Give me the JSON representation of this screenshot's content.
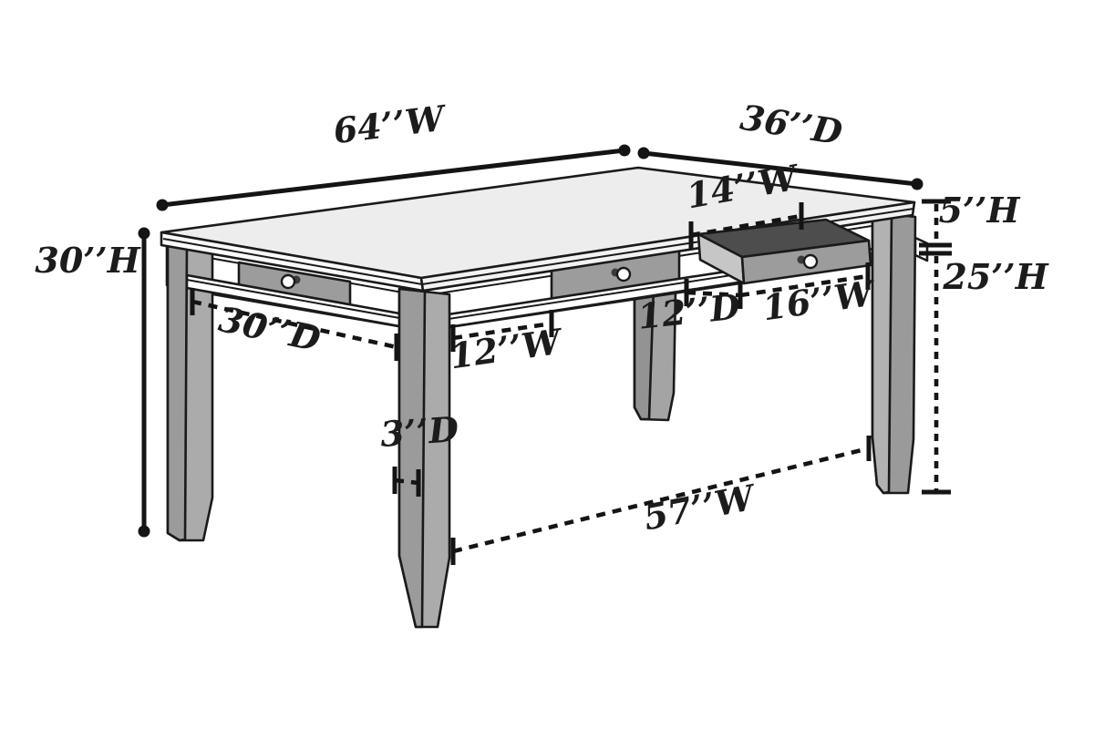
{
  "diagram": {
    "background_color": "#ffffff",
    "line_color": "#1a1a1a",
    "tabletop_color": "#ededed",
    "tabletop_edge_color": "#fafafa",
    "apron_color": "#ffffff",
    "leg_color": "#ababab",
    "leg_shade_color": "#9b9b9b",
    "drawer_front_color": "#9c9c9c",
    "drawer_interior_color": "#4d4d4d",
    "drawer_side_color": "#c6c6c6",
    "unit_mark": "’’"
  },
  "dimensions": {
    "table_width": {
      "label": "64’’W",
      "value": 64,
      "unit": "inches",
      "axis": "W"
    },
    "table_depth": {
      "label": "36’’D",
      "value": 36,
      "unit": "inches",
      "axis": "D"
    },
    "table_height": {
      "label": "30’’H",
      "value": 30,
      "unit": "inches",
      "axis": "H"
    },
    "drawer_opening_width": {
      "label": "14’’W",
      "value": 14,
      "unit": "inches",
      "axis": "W"
    },
    "apron_height": {
      "label": "5’’H",
      "value": 5,
      "unit": "inches",
      "axis": "H"
    },
    "leg_clearance_height": {
      "label": "25’’H",
      "value": 25,
      "unit": "inches",
      "axis": "H"
    },
    "open_drawer_depth": {
      "label": "12’’D",
      "value": 12,
      "unit": "inches",
      "axis": "D"
    },
    "open_drawer_width": {
      "label": "16’’W",
      "value": 16,
      "unit": "inches",
      "axis": "W"
    },
    "side_clearance_depth": {
      "label": "30’’D",
      "value": 30,
      "unit": "inches",
      "axis": "D"
    },
    "drawer_front_width": {
      "label": "12’’W",
      "value": 12,
      "unit": "inches",
      "axis": "W"
    },
    "leg_thickness_depth": {
      "label": "3’’D",
      "value": 3,
      "unit": "inches",
      "axis": "D"
    },
    "leg_span_width": {
      "label": "57’’W",
      "value": 57,
      "unit": "inches",
      "axis": "W"
    }
  }
}
